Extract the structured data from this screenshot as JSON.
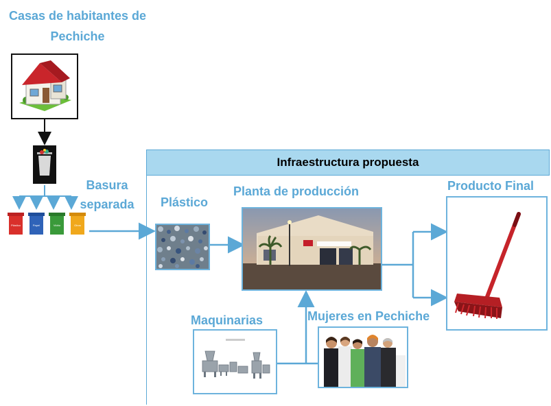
{
  "nodes": {
    "houses": "Casas de habitantes de Pechiche",
    "waste": "Basura separada",
    "plastic": "Plástico",
    "plant": "Planta de producción",
    "machinery": "Maquinarias",
    "women": "Mujeres en Pechiche",
    "product": "Producto Final"
  },
  "infrastructure": {
    "title": "Infraestructura propuesta"
  },
  "bins": {
    "labels": [
      "Plástico",
      "Papel",
      "Vidrio",
      "Otros"
    ],
    "colors": [
      "#d9302b",
      "#2f63b8",
      "#3a9a3a",
      "#f0a81c"
    ]
  },
  "colors": {
    "label": "#5ba8d6",
    "arrow": "#5ba8d6",
    "header_fill": "#a9d8ef"
  }
}
